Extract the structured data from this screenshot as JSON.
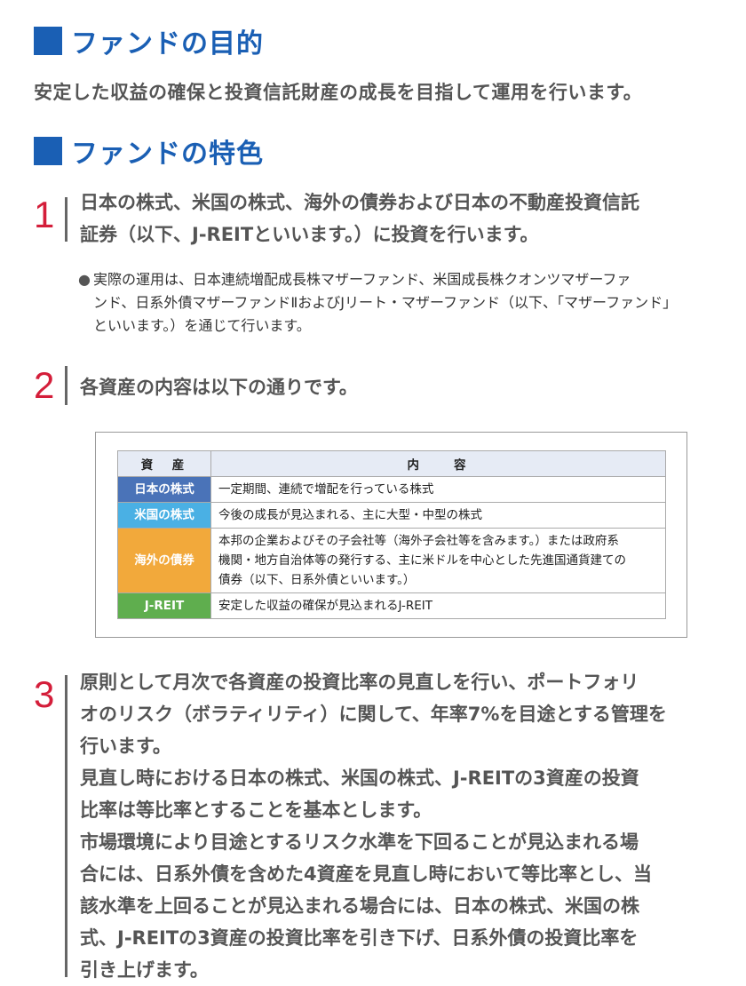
{
  "section1": {
    "title": "ファンドの目的"
  },
  "lead": "安定した収益の確保と投資信託財産の成長を目指して運用を行います。",
  "section2": {
    "title": "ファンドの特色"
  },
  "points": [
    {
      "num": "1",
      "lines": [
        "日本の株式、米国の株式、海外の債券および日本の不動産投資信託",
        "証券（以下、J-REITといいます。）に投資を行います。"
      ]
    },
    {
      "num": "2",
      "lines": [
        "各資産の内容は以下の通りです。"
      ]
    },
    {
      "num": "3",
      "lines": [
        "原則として月次で各資産の投資比率の見直しを行い、ポートフォリ",
        "オのリスク（ボラティリティ）に関して、年率7%を目途とする管理を",
        "行います。",
        "見直し時における日本の株式、米国の株式、J-REITの3資産の投資",
        "比率は等比率とすることを基本とします。",
        "市場環境により目途とするリスク水準を下回ることが見込まれる場",
        "合には、日系外債を含めた4資産を見直し時において等比率とし、当",
        "該水準を上回ることが見込まれる場合には、日本の株式、米国の株",
        "式、J-REITの3資産の投資比率を引き下げ、日系外債の投資比率を",
        "引き上げます。"
      ]
    }
  ],
  "bullet": {
    "dot": "●",
    "lines": [
      "実際の運用は、日本連続増配成長株マザーファンド、米国成長株クオンツマザーファ",
      "ンド、日系外債マザーファンドⅡおよびJリート・マザーファンド（以下、「マザーファンド」",
      "といいます。）を通じて行います。"
    ]
  },
  "table": {
    "headers": [
      "資　産",
      "内　　容"
    ],
    "rows": [
      {
        "asset": "日本の株式",
        "color": "#4a73b8",
        "lines": [
          "一定期間、連続で増配を行っている株式"
        ]
      },
      {
        "asset": "米国の株式",
        "color": "#4ab0e4",
        "lines": [
          "今後の成長が見込まれる、主に大型・中型の株式"
        ]
      },
      {
        "asset": "海外の債券",
        "color": "#f2a93b",
        "lines": [
          "本邦の企業およびその子会社等（海外子会社等を含みます。）または政府系",
          "機関・地方自治体等の発行する、主に米ドルを中心とした先進国通貨建ての",
          "債券（以下、日系外債といいます。）"
        ]
      },
      {
        "asset": "J-REIT",
        "color": "#5fae4e",
        "lines": [
          "安定した収益の確保が見込まれるJ-REIT"
        ]
      }
    ]
  }
}
